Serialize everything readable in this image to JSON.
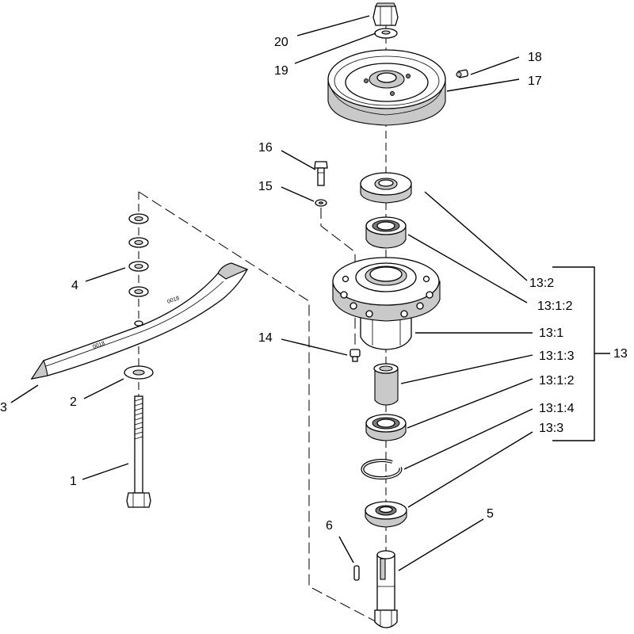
{
  "callouts": [
    {
      "id": "20",
      "text": "20"
    },
    {
      "id": "19",
      "text": "19"
    },
    {
      "id": "18",
      "text": "18"
    },
    {
      "id": "17",
      "text": "17"
    },
    {
      "id": "16",
      "text": "16"
    },
    {
      "id": "15",
      "text": "15"
    },
    {
      "id": "14",
      "text": "14"
    },
    {
      "id": "13_2",
      "text": "13:2"
    },
    {
      "id": "13_1_2a",
      "text": "13:1:2"
    },
    {
      "id": "13_1",
      "text": "13:1"
    },
    {
      "id": "13_1_3",
      "text": "13:1:3"
    },
    {
      "id": "13_1_2b",
      "text": "13:1:2"
    },
    {
      "id": "13_1_4",
      "text": "13:1:4"
    },
    {
      "id": "13_3",
      "text": "13:3"
    },
    {
      "id": "13",
      "text": "13"
    },
    {
      "id": "6",
      "text": "6"
    },
    {
      "id": "5",
      "text": "5"
    },
    {
      "id": "4",
      "text": "4"
    },
    {
      "id": "3",
      "text": "3"
    },
    {
      "id": "2",
      "text": "2"
    },
    {
      "id": "1",
      "text": "1"
    }
  ],
  "blade_markings": [
    "0018",
    "0018"
  ]
}
